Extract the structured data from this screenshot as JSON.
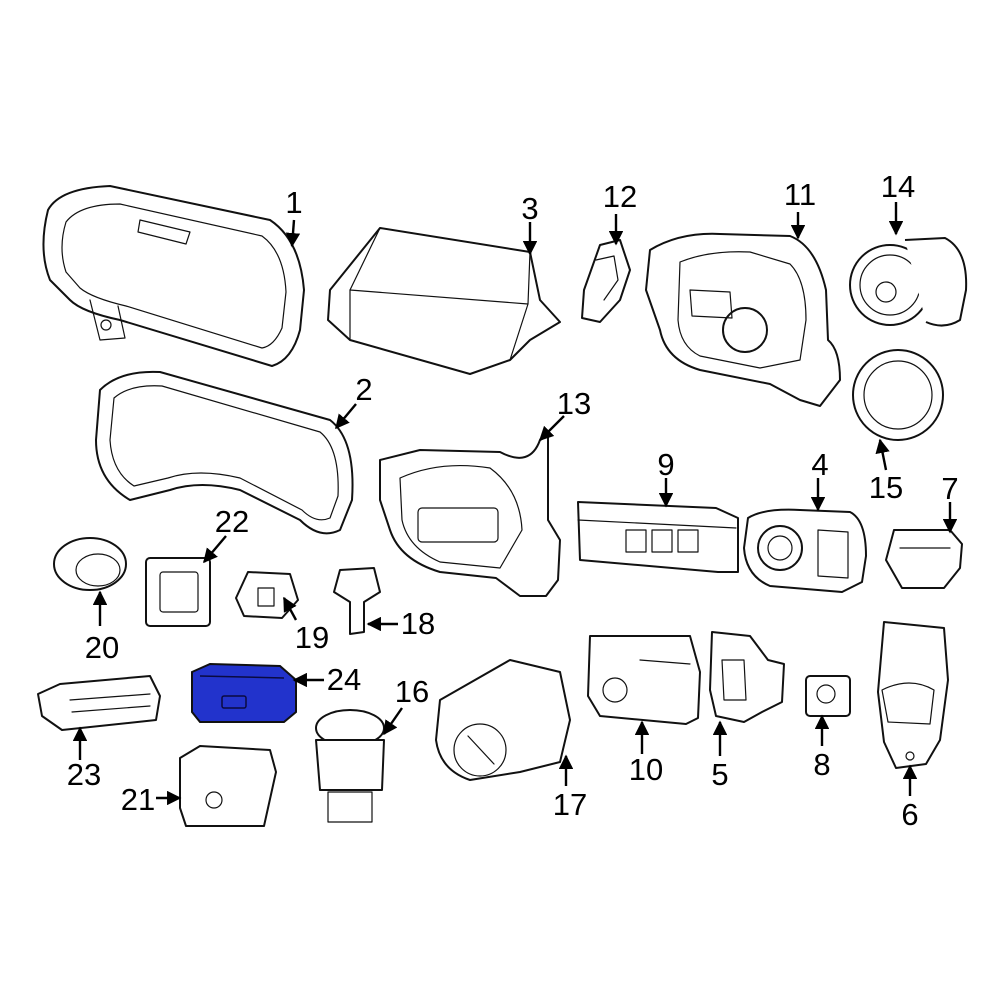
{
  "highlight_color": "#2233cc",
  "highlighted_part": "24",
  "callouts": {
    "c1": "1",
    "c2": "2",
    "c3": "3",
    "c4": "4",
    "c5": "5",
    "c6": "6",
    "c7": "7",
    "c8": "8",
    "c9": "9",
    "c10": "10",
    "c11": "11",
    "c12": "12",
    "c13": "13",
    "c14": "14",
    "c15": "15",
    "c16": "16",
    "c17": "17",
    "c18": "18",
    "c19": "19",
    "c20": "20",
    "c21": "21",
    "c22": "22",
    "c23": "23",
    "c24": "24"
  }
}
